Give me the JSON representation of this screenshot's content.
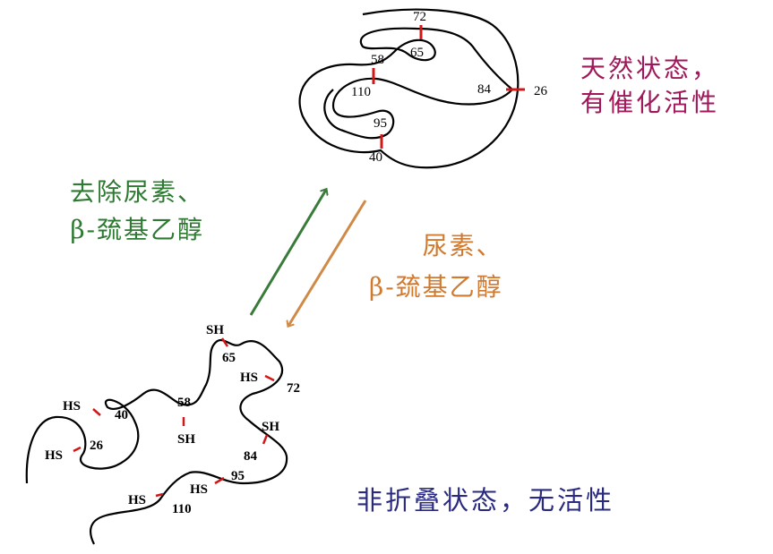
{
  "colors": {
    "native_caption": "#a0185a",
    "remove_caption": "#2e7a32",
    "add_caption": "#d07a30",
    "unfolded_caption": "#2a2a80",
    "disulfide": "#d01818",
    "arrow_up": "#3a7a3a",
    "arrow_down": "#d08a48"
  },
  "native": {
    "caption_line1": "天然状态，",
    "caption_line2": "有催化活性",
    "labels": {
      "r72": "72",
      "r65": "65",
      "r58": "58",
      "r110": "110",
      "r84": "84",
      "r26": "26",
      "r95": "95",
      "r40": "40"
    }
  },
  "arrow_remove": {
    "line1": "去除尿素、",
    "line2": "β-巯基乙醇"
  },
  "arrow_add": {
    "line1": "尿素、",
    "line2": "β-巯基乙醇"
  },
  "unfolded": {
    "caption": "非折叠状态，无活性",
    "labels": {
      "sh65": "SH",
      "r65": "65",
      "hs72": "HS",
      "r72": "72",
      "hs40": "HS",
      "r40": "40",
      "r58": "58",
      "sh58": "SH",
      "sh84": "SH",
      "r84": "84",
      "hs26": "HS",
      "r26": "26",
      "hs95": "HS",
      "r95": "95",
      "hs110": "HS",
      "r110": "110"
    }
  }
}
